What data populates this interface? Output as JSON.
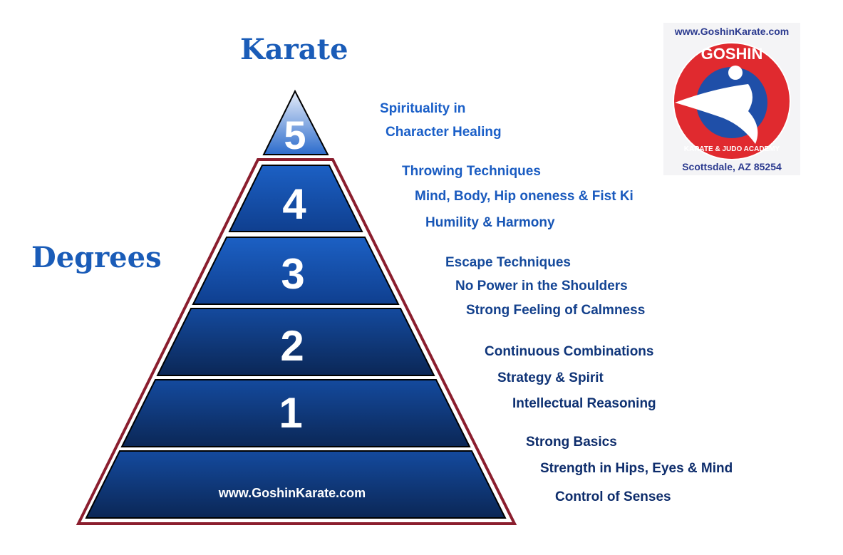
{
  "title": "Karate",
  "subtitle": "Degrees",
  "footer_url": "www.GoshinKarate.com",
  "colors": {
    "accent": "#1a5cb8",
    "border": "#8b1e2e",
    "tier_light": "#1c62c6",
    "tier_dark": "#0c2a5c",
    "label_light": "#1a5fc8",
    "label_dark": "#0d2c6b"
  },
  "logo": {
    "top_arc": "www.GoshinKarate.com",
    "name": "GOSHIN",
    "inner_arc": "KARATE & JUDO ACADEMY",
    "bottom_arc": "Scottsdale, AZ 85254"
  },
  "tiers": [
    {
      "degree": "5",
      "labels": [
        "Spirituality in",
        "Character Healing"
      ]
    },
    {
      "degree": "4",
      "labels": [
        "Throwing Techniques",
        "Mind, Body, Hip oneness & Fist Ki",
        "Humility & Harmony"
      ]
    },
    {
      "degree": "3",
      "labels": [
        "Escape Techniques",
        "No Power in the Shoulders",
        "Strong Feeling of Calmness"
      ]
    },
    {
      "degree": "2",
      "labels": [
        "Continuous Combinations",
        "Strategy & Spirit",
        "Intellectual Reasoning"
      ]
    },
    {
      "degree": "1",
      "labels": [
        "Strong Basics",
        "Strength in Hips, Eyes & Mind",
        "Control of Senses"
      ]
    }
  ]
}
